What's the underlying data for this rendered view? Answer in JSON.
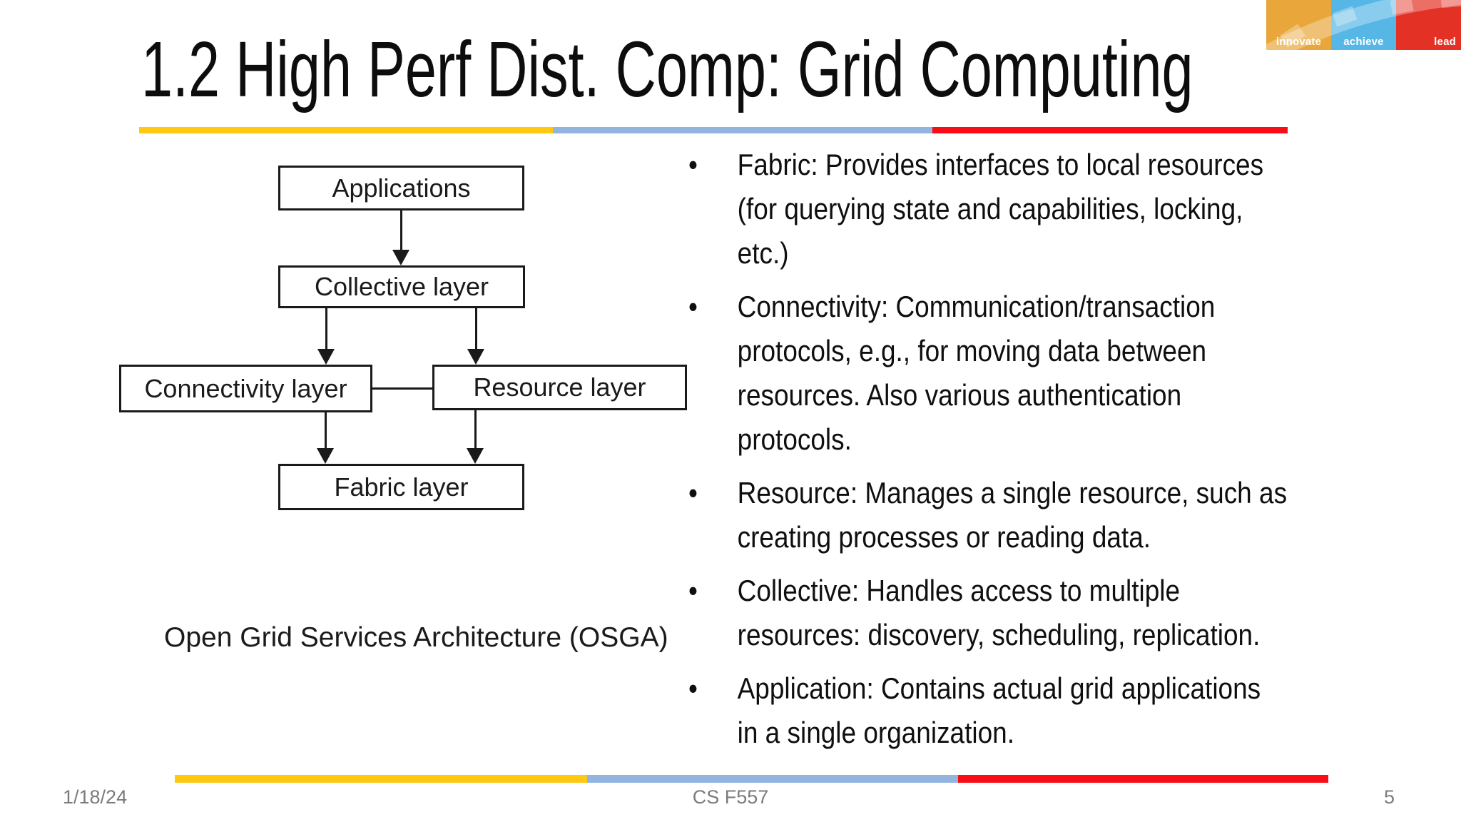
{
  "slide": {
    "title": "1.2 High Perf Dist. Comp: Grid Computing",
    "accent_colors": {
      "yellow": "#FFC913",
      "blue": "#92B4DF",
      "red": "#F60D15"
    },
    "footer": {
      "date": "1/18/24",
      "course": "CS F557",
      "page": "5"
    }
  },
  "logo": {
    "panels": [
      {
        "label": "innovate",
        "color": "#E9A63B"
      },
      {
        "label": "achieve",
        "color": "#56B7E6"
      },
      {
        "label": "lead",
        "color": "#E43125"
      }
    ]
  },
  "diagram": {
    "boxes": [
      {
        "id": "applications",
        "label": "Applications"
      },
      {
        "id": "collective",
        "label": "Collective layer"
      },
      {
        "id": "connectivity",
        "label": "Connectivity layer"
      },
      {
        "id": "resource",
        "label": "Resource layer"
      },
      {
        "id": "fabric",
        "label": "Fabric layer"
      }
    ],
    "caption": "Open Grid Services Architecture (OSGA)"
  },
  "bullets": [
    {
      "lines": [
        "Fabric: Provides interfaces to local resources",
        "(for querying state and capabilities, locking,",
        "etc.)"
      ]
    },
    {
      "lines": [
        "Connectivity: Communication/transaction",
        "protocols, e.g., for moving data between",
        "resources. Also various authentication",
        "protocols."
      ]
    },
    {
      "lines": [
        "Resource: Manages a single resource, such as",
        "creating processes or reading data."
      ]
    },
    {
      "lines": [
        "Collective: Handles access to multiple",
        "resources: discovery, scheduling, replication."
      ]
    },
    {
      "lines": [
        "Application: Contains actual grid applications",
        "in a single organization."
      ]
    }
  ]
}
